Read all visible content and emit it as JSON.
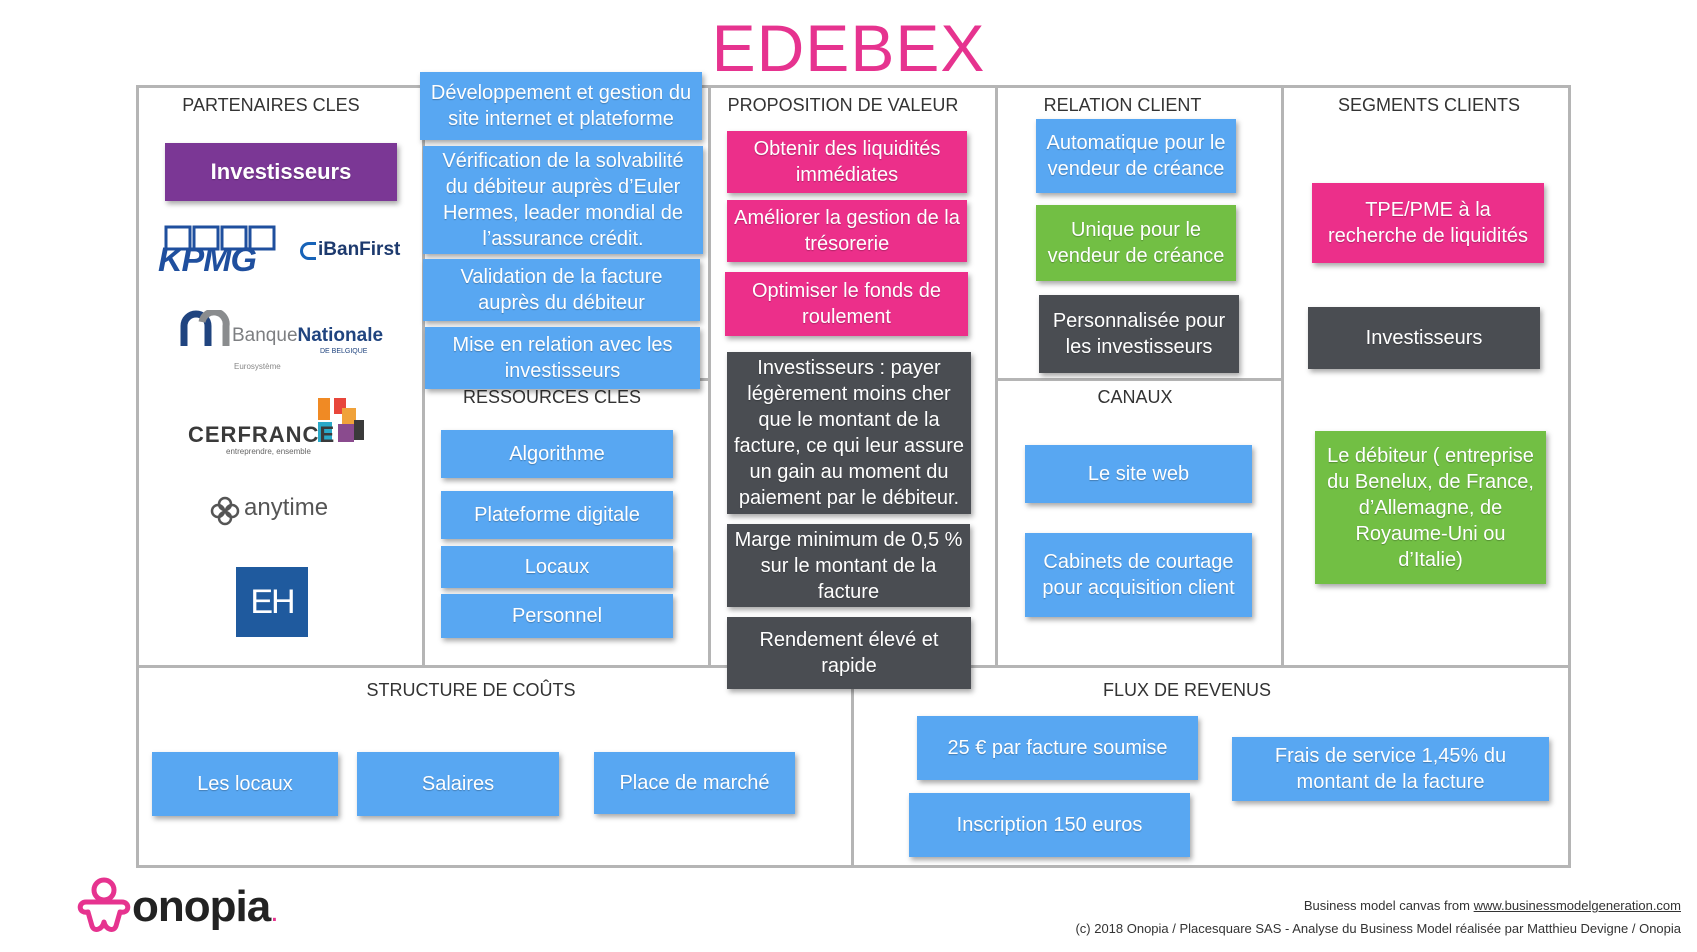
{
  "title": "EDEBEX",
  "sections": {
    "partenaires": "PARTENAIRES CLES",
    "activites_resources": "RESSOURCES CLES",
    "proposition": "PROPOSITION DE VALEUR",
    "relation": "RELATION CLIENT",
    "canaux": "CANAUX",
    "segments": "SEGMENTS CLIENTS",
    "couts": "STRUCTURE DE COÛTS",
    "revenus": "FLUX DE REVENUS"
  },
  "partenaires": {
    "investisseurs": "Investisseurs",
    "logos": {
      "kpmg": "KPMG",
      "ibanfirst": "iBanFirst",
      "bnb_banque": "Banque",
      "bnb_nationale": "Nationale",
      "bnb_belgique": "DE BELGIQUE",
      "bnb_eurosysteme": "Eurosystème",
      "cerfrance": "CERFRANCE",
      "cerfrance_tag": "entreprendre, ensemble",
      "anytime": "anytime",
      "eh": "EH"
    }
  },
  "activites": [
    "Développement et gestion du site internet et plateforme",
    "Vérification de la solvabilité du débiteur auprès d’Euler Hermes, leader mondial de l’assurance crédit.",
    "Validation de la facture auprès du débiteur",
    "Mise en relation avec les investisseurs"
  ],
  "ressources": [
    "Algorithme",
    "Plateforme digitale",
    "Locaux",
    "Personnel"
  ],
  "proposition": [
    "Obtenir des liquidités immédiates",
    "Améliorer la gestion de la trésorerie",
    "Optimiser le fonds de roulement",
    "Investisseurs : payer légèrement moins cher que le montant de la facture, ce qui leur assure un gain au moment du paiement par le débiteur.",
    "Marge minimum de 0,5 % sur le montant de la facture",
    "Rendement élevé et rapide"
  ],
  "relation": [
    "Automatique pour le vendeur de créance",
    "Unique pour le vendeur de créance",
    "Personnalisée pour les investisseurs"
  ],
  "canaux": [
    "Le site web",
    "Cabinets de courtage pour acquisition client"
  ],
  "segments": [
    "TPE/PME à la recherche de liquidités",
    "Investisseurs",
    "Le débiteur ( entreprise du Benelux, de France, d’Allemagne, de Royaume-Uni ou d’Italie)"
  ],
  "couts": [
    "Les locaux",
    "Salaires",
    "Place de marché"
  ],
  "revenus": [
    "25 € par facture soumise",
    "Inscription 150 euros",
    "Frais de service 1,45% du montant de la facture"
  ],
  "footer": {
    "brand": "onopia",
    "canvas_prefix": "Business model canvas from ",
    "canvas_link": "www.businessmodelgeneration.com",
    "copyright": "(c) 2018 Onopia / Placesquare SAS - Analyse du Business Model réalisée par Matthieu Devigne / Onopia"
  },
  "colors": {
    "title": "#e6338f",
    "blue": "#58a7f2",
    "pink": "#ec2f8a",
    "green": "#72bf44",
    "dark": "#4a4d52",
    "purple": "#7b3795"
  }
}
